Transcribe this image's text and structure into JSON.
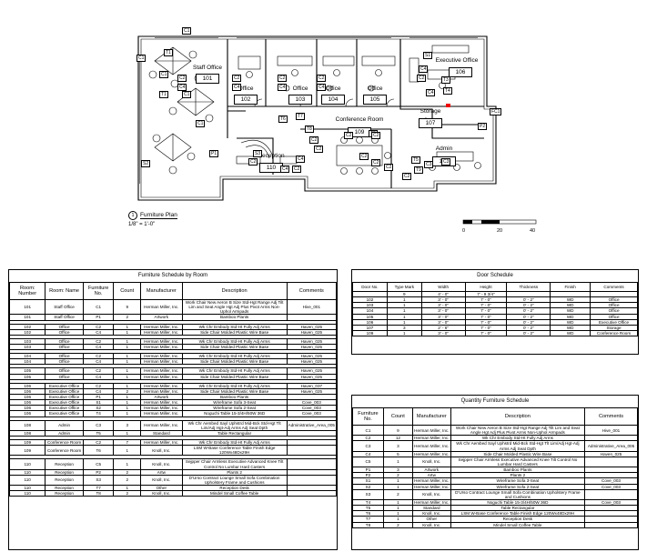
{
  "plan": {
    "rooms": [
      {
        "name": "Staff Office",
        "number": "101"
      },
      {
        "name": "Office",
        "number": "102"
      },
      {
        "name": "Office",
        "number": "103"
      },
      {
        "name": "Office",
        "number": "104"
      },
      {
        "name": "Office",
        "number": "105"
      },
      {
        "name": "Executive Office",
        "number": "106"
      },
      {
        "name": "Storage",
        "number": "107"
      },
      {
        "name": "Admin",
        "number": "108"
      },
      {
        "name": "Conference Room",
        "number": "109"
      },
      {
        "name": "Reception",
        "number": "110"
      }
    ],
    "tags": [
      "C1",
      "T1",
      "C1",
      "C1",
      "T1",
      "C1",
      "C1",
      "P1",
      "S2",
      "C2",
      "C4",
      "C2",
      "C4",
      "C2",
      "C4",
      "C2",
      "C4",
      "C2",
      "C4",
      "C2",
      "C4",
      "C2",
      "C4",
      "S3",
      "T6",
      "T7",
      "T8",
      "C2",
      "T9",
      "C2",
      "T5",
      "C3",
      "C3",
      "T3",
      "T4",
      "C4",
      "S1",
      "FC1",
      "P2",
      "T2",
      "C2",
      "C2",
      "C2",
      "C2",
      "C2",
      "C2"
    ],
    "title_number": "1",
    "title": "Furniture Plan",
    "scale": "1/8\" = 1'-0\"",
    "scale_ticks": [
      "0",
      "20",
      "40"
    ]
  },
  "room_schedule": {
    "title": "Furniture Schedule by Room",
    "headers": [
      "Room: Number",
      "Room: Name",
      "Furniture No.",
      "Count",
      "Manufacturer",
      "Description",
      "Comments"
    ],
    "groups": [
      [
        [
          "101",
          "Staff Office",
          "C1",
          "9",
          "Herman Miller, Inc.",
          "Work Chair New Aeron B Size Std-Hgt Range Adj Tilt Lim and Seat Angle Hgt Adj Plus Pivot Arms Non-Uphol Armpads",
          "Hive_001"
        ],
        [
          "101",
          "Staff Office",
          "P1",
          "2",
          "Artwork",
          "Bamboo Plants",
          ""
        ]
      ],
      [
        [
          "102",
          "Office",
          "C2",
          "1",
          "Herman Miller, Inc.",
          "Wk Chr Embody Std-Ht Fully Adj Arms",
          "Haven_025"
        ],
        [
          "102",
          "Office",
          "C4",
          "1",
          "Herman Miller, Inc.",
          "Side Chair Molded Plastic Wire Base",
          "Haven_025"
        ]
      ],
      [
        [
          "103",
          "Office",
          "C2",
          "1",
          "Herman Miller, Inc.",
          "Wk Chr Embody Std-Ht Fully Adj Arms",
          "Haven_025"
        ],
        [
          "103",
          "Office",
          "C4",
          "1",
          "Herman Miller, Inc.",
          "Side Chair Molded Plastic Wire Base",
          "Haven_025"
        ]
      ],
      [
        [
          "104",
          "Office",
          "C2",
          "1",
          "Herman Miller, Inc.",
          "Wk Chr Embody Std-Ht Fully Adj Arms",
          "Haven_025"
        ],
        [
          "104",
          "Office",
          "C4",
          "1",
          "Herman Miller, Inc.",
          "Side Chair Molded Plastic Wire Base",
          "Haven_025"
        ]
      ],
      [
        [
          "105",
          "Office",
          "C2",
          "1",
          "Herman Miller, Inc.",
          "Wk Chr Embody Std-Ht Fully Adj Arms",
          "Haven_025"
        ],
        [
          "105",
          "Office",
          "C4",
          "1",
          "Herman Miller, Inc.",
          "Side Chair Molded Plastic Wire Base",
          "Haven_025"
        ]
      ],
      [
        [
          "106",
          "Executive Office",
          "C2",
          "1",
          "Herman Miller, Inc.",
          "Wk Chr Embody Std-Ht Fully Adj Arms",
          "Haven_037"
        ],
        [
          "106",
          "Executive Office",
          "C4",
          "2",
          "Herman Miller, Inc.",
          "Side Chair Molded Plastic Wire Base",
          "Haven_025"
        ],
        [
          "106",
          "Executive Office",
          "P1",
          "1",
          "Artwork",
          "Bamboo Plants",
          ""
        ],
        [
          "106",
          "Executive Office",
          "S1",
          "1",
          "Herman Miller, Inc.",
          "Wireframe Sofa 3-Seat",
          "Cove_003"
        ],
        [
          "106",
          "Executive Office",
          "S2",
          "1",
          "Herman Miller, Inc.",
          "Wireframe Sofa 2-Seat",
          "Cove_003"
        ],
        [
          "106",
          "Executive Office",
          "T4",
          "1",
          "Herman Miller, Inc.",
          "Noguchi Table 15-3/4H/50W 36D",
          "Cove_003"
        ]
      ],
      [
        [
          "108",
          "Admin",
          "C3",
          "3",
          "Herman Miller, Inc.",
          "Wk Chr Aembed Sayl Uphstrd Mid-Bck Std-Hgt Tlt Lim/Adj Hgt-Adj Arms Adj Seat Dpth",
          "Administrative_Area_005"
        ],
        [
          "108",
          "Admin",
          "T5",
          "1",
          "Standard",
          "Table Rectangular",
          ""
        ]
      ],
      [
        [
          "109",
          "Conference Room",
          "C2",
          "7",
          "Herman Miller, Inc.",
          "Wk Chr Embody Std-Ht Fully Adj Arms",
          ""
        ],
        [
          "109",
          "Conference Room",
          "T6",
          "1",
          "Knoll, Inc.",
          "LSM W-Base Conference Table Finish Edge 120Wx48Dx29H",
          ""
        ]
      ],
      [
        [
          "110",
          "Reception",
          "C5",
          "1",
          "Knoll, Inc.",
          "Sejpper Chair Armless Executive Advanced Knee Tilt Control No Lumbar Hard Casters",
          ""
        ],
        [
          "110",
          "Reception",
          "P2",
          "2",
          "Artw",
          "Plants 2",
          ""
        ],
        [
          "110",
          "Reception",
          "S3",
          "2",
          "Knoll, Inc.",
          "D'Urso Contract Lounge Small Sofa Combination Upholstery Frame and Cushions",
          ""
        ],
        [
          "110",
          "Reception",
          "T7",
          "1",
          "Other",
          "Reception Desk",
          ""
        ],
        [
          "110",
          "Reception",
          "T8",
          "2",
          "Knoll, Inc.",
          "Mindel Small Coffee Table",
          ""
        ]
      ]
    ]
  },
  "door_schedule": {
    "title": "Door Schedule",
    "headers": [
      "Door No.",
      "Type Mark",
      "Width",
      "Height",
      "Thickness",
      "Finish",
      "Comments"
    ],
    "rows": [
      [
        "",
        "9",
        "4' - 0\"",
        "7' - 9 3/4\"",
        "",
        "",
        ""
      ],
      [
        "102",
        "1",
        "3' - 0\"",
        "7' - 0\"",
        "0' - 2\"",
        "WD",
        "Office"
      ],
      [
        "103",
        "1",
        "3' - 0\"",
        "7' - 0\"",
        "0' - 2\"",
        "WD",
        "Office"
      ],
      [
        "104",
        "1",
        "3' - 0\"",
        "7' - 0\"",
        "0' - 2\"",
        "WD",
        "Office"
      ],
      [
        "105",
        "1",
        "3' - 0\"",
        "7' - 0\"",
        "0' - 2\"",
        "WD",
        "Office"
      ],
      [
        "106",
        "1",
        "3' - 0\"",
        "7' - 0\"",
        "0' - 2\"",
        "WD",
        "Executive Office"
      ],
      [
        "107",
        "3",
        "2' - 6\"",
        "7' - 0\"",
        "0' - 2\"",
        "WD",
        "Storage"
      ],
      [
        "109",
        "1",
        "3' - 0\"",
        "7' - 0\"",
        "0' - 2\"",
        "WD",
        "Conference Room"
      ]
    ]
  },
  "quantity_schedule": {
    "title": "Quantity Furniture Schedule",
    "headers": [
      "Furniture No.",
      "Count",
      "Manufacturer",
      "Description",
      "Comments"
    ],
    "rows": [
      [
        "C1",
        "9",
        "Herman Miller, Inc.",
        "Work Chair New Aeron B Size Std-Hgt Range Adj Tilt Lim and Seat Angle Hgt Adj Plus Pivot Arms Non-Uphol Armpads",
        "Hive_001"
      ],
      [
        "C2",
        "12",
        "Herman Miller, Inc.",
        "Wk Chr Embody Std-Ht Fully Adj Arms",
        ""
      ],
      [
        "C3",
        "3",
        "Herman Miller, Inc.",
        "Wk Chr Aembed Sayl Uphstrd Mid-Bck Std-Hgt Tlt Lim/Adj Hgt-Adj Arms Adj Seat Dpth",
        "Administrative_Area_005"
      ],
      [
        "C4",
        "5",
        "Herman Miller, Inc.",
        "Side Chair Molded Plastic Wire Base",
        "Haven_025"
      ],
      [
        "C5",
        "1",
        "Knoll, Inc.",
        "Sejpper Chair Armless Executive Advanced Knee Tilt Control No Lumbar Hard Casters",
        ""
      ],
      [
        "P1",
        "3",
        "Artwork",
        "Bamboo Plants",
        ""
      ],
      [
        "P2",
        "2",
        "Artw",
        "Plants 2",
        ""
      ],
      [
        "S1",
        "1",
        "Herman Miller, Inc.",
        "Wireframe Sofa 3-Seat",
        "Cove_003"
      ],
      [
        "S2",
        "1",
        "Herman Miller, Inc.",
        "Wireframe Sofa 2-Seat",
        "Cove_003"
      ],
      [
        "S3",
        "2",
        "Knoll, Inc.",
        "D'Urso Contract Lounge Small Sofa Combination Upholstery Frame and Cushions",
        ""
      ],
      [
        "T4",
        "1",
        "Herman Miller, Inc.",
        "Noguchi Table 15-3/4H/50W 36D",
        "Cove_003"
      ],
      [
        "T5",
        "1",
        "Standard",
        "Table Rectangular",
        ""
      ],
      [
        "T6",
        "1",
        "Knoll, Inc.",
        "LSM W-Base Conference Table Finish Edge 120Wx48Dx29H",
        ""
      ],
      [
        "T7",
        "1",
        "Other",
        "Reception Desk",
        ""
      ],
      [
        "T8",
        "2",
        "Knoll, Inc.",
        "Mindel Small Coffee Table",
        ""
      ]
    ]
  }
}
